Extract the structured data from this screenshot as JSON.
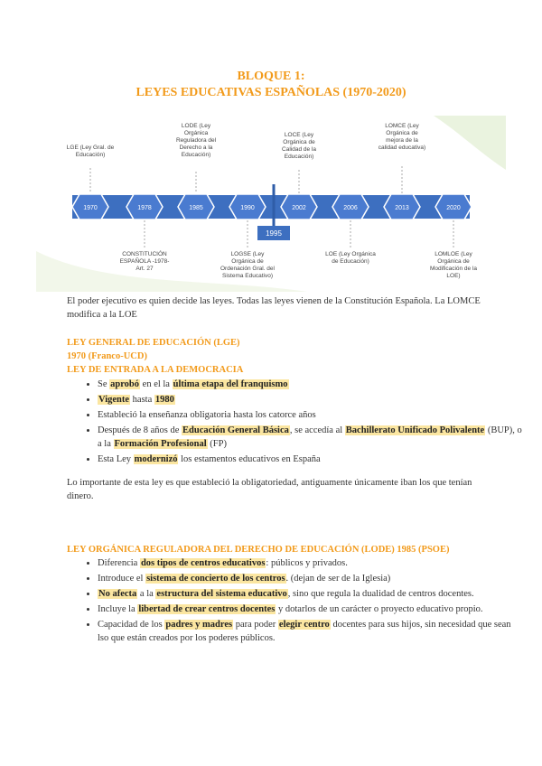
{
  "title": {
    "line1": "BLOQUE 1:",
    "line2": "LEYES EDUCATIVAS ESPAÑOLAS (1970-2020)"
  },
  "timeline": {
    "years": [
      "1970",
      "1978",
      "1985",
      "1990",
      "2002",
      "2006",
      "2013",
      "2020"
    ],
    "marker": "1995",
    "labels_top": [
      "LGE (Ley Gral. de Educación)",
      "LODE (Ley Orgánica Reguladora del Derecho a la Educación)",
      "LOCE (Ley Orgánica de Calidad de la Educación)",
      "LOMCE (Ley Orgánica de mejora de la calidad educativa)"
    ],
    "labels_bottom": [
      "CONSTITUCIÓN ESPAÑOLA -1978- Art. 27",
      "LOGSE (Ley Orgánica de Ordenación Gral. del Sistema Educativo)",
      "LOE (Ley Orgánica de Educación)",
      "LOMLOE (Ley Orgánica de Modificación de la LOE)"
    ]
  },
  "intro": "El poder ejecutivo es quien decide las leyes. Todas las leyes vienen de la Constitución Española. La LOMCE modifica a la LOE",
  "lge": {
    "heading1": "LEY GENERAL DE EDUCACIÓN (LGE)",
    "heading2": "1970 (Franco-UCD)",
    "heading3": "LEY DE ENTRADA A LA DEMOCRACIA",
    "b1": {
      "t1": "Se ",
      "h1": "aprobó",
      "t2": " en el la ",
      "h2": "última etapa del franquismo"
    },
    "b2": {
      "h1": "Vigente",
      "t1": " hasta ",
      "h2": "1980"
    },
    "b3": "Estableció la enseñanza obligatoria hasta los catorce años",
    "b4": {
      "t1": "Después de 8 años de ",
      "h1": "Educación General Básica",
      "t2": ", se accedía al ",
      "h2": "Bachillerato Unificado Polivalente",
      "t3": " (BUP), o a la ",
      "h3": "Formación Profesional",
      "t4": " (FP)"
    },
    "b5": {
      "t1": "Esta Ley ",
      "h1": "modernizó",
      "t2": " los estamentos educativos en España"
    },
    "note": "Lo importante de esta ley es que estableció la obligatoriedad, antiguamente únicamente iban los que tenían dinero."
  },
  "lode": {
    "heading": "LEY ORGÁNICA REGULADORA DEL DERECHO DE EDUCACIÓN (LODE) 1985 (PSOE)",
    "b1": {
      "t1": "Diferencia ",
      "h1": "dos tipos de centros educativos",
      "t2": ": públicos y privados."
    },
    "b2": {
      "t1": "Introduce el ",
      "h1": "sistema de concierto de los centros",
      "t2": ". (dejan de ser de la Iglesia)"
    },
    "b3": {
      "h1": "No afecta",
      "t1": " a la ",
      "h2": "estructura del sistema educativo",
      "t2": ", sino que regula la dualidad de centros docentes."
    },
    "b4": {
      "t1": "Incluye la ",
      "h1": "libertad de crear centros docentes",
      "t2": " y dotarlos de un carácter o proyecto educativo propio."
    },
    "b5": {
      "t1": "Capacidad de los ",
      "h1": "padres y madres",
      "t2": " para poder ",
      "h2": "elegir centro",
      "t3": " docentes para sus hijos, sin necesidad que sean lso que están creados por los poderes públicos."
    }
  }
}
